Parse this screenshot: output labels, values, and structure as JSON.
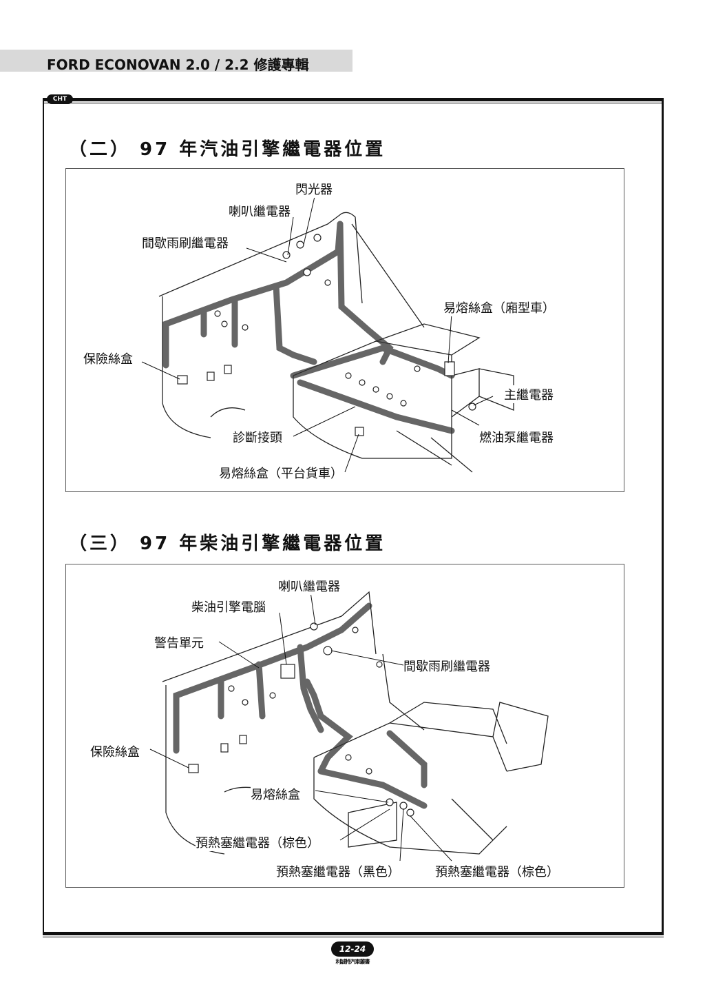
{
  "header": {
    "title": "FORD ECONOVAN 2.0 / 2.2 修護專輯"
  },
  "logo_text": "CHT",
  "sections": [
    {
      "title": "（二） 97 年汽油引擎繼電器位置",
      "labels": {
        "flasher": "閃光器",
        "horn_relay": "喇叭繼電器",
        "wiper_relay": "間歇雨刷繼電器",
        "fusible_link_van": "易熔絲盒（廂型車）",
        "fuse_box": "保險絲盒",
        "main_relay": "主繼電器",
        "diagnostic_connector": "診斷接頭",
        "fuel_pump_relay": "燃油泵繼電器",
        "fusible_link_truck": "易熔絲盒（平台貨車）"
      }
    },
    {
      "title": "（三） 97 年柴油引擎繼電器位置",
      "labels": {
        "horn_relay": "喇叭繼電器",
        "diesel_ecu": "柴油引擎電腦",
        "warning_unit": "警告單元",
        "wiper_relay": "間歇雨刷繼電器",
        "fuse_box": "保險絲盒",
        "fusible_link": "易熔絲盒",
        "glow_relay_brown_1": "預熱塞繼電器（棕色）",
        "glow_relay_black": "預熱塞繼電器（黑色）",
        "glow_relay_brown_2": "預熱塞繼電器（棕色）"
      }
    }
  ],
  "footer": {
    "page_number": "12-24",
    "publisher": "利誠特汽車叢書"
  }
}
